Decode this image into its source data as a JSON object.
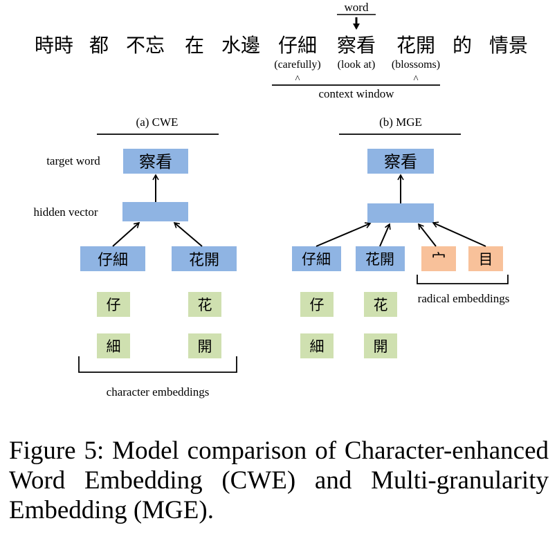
{
  "sentence": {
    "tokens": [
      "時時",
      "都",
      "不忘",
      "在",
      "水邊",
      "仔細",
      "察看",
      "花開",
      "的",
      "情景"
    ],
    "word_marker": "word",
    "glosses": [
      "(carefully)",
      "(look at)",
      "(blossoms)"
    ],
    "caret": "^",
    "context_window_label": "context window"
  },
  "cwe": {
    "title": "(a) CWE",
    "labels": {
      "target": "target word",
      "hidden": "hidden vector"
    },
    "target_word": "察看",
    "words": [
      "仔細",
      "花開"
    ],
    "characters": [
      "仔",
      "花",
      "細",
      "開"
    ],
    "character_embeddings_label": "character embeddings"
  },
  "mge": {
    "title": "(b) MGE",
    "target_word": "察看",
    "words": [
      "仔細",
      "花開"
    ],
    "radicals": [
      "宀",
      "目"
    ],
    "characters": [
      "仔",
      "花",
      "細",
      "開"
    ],
    "radical_embeddings_label": "radical embeddings"
  },
  "caption": "Figure 5:  Model comparison of Character-enhanced Word Embedding (CWE) and Multi-granularity Embedding (MGE).",
  "colors": {
    "word_box": "#8fb4e3",
    "hidden_box": "#8fb4e3",
    "char_box": "#cfe0b0",
    "radical_box": "#f8c19a",
    "line": "#000000"
  }
}
